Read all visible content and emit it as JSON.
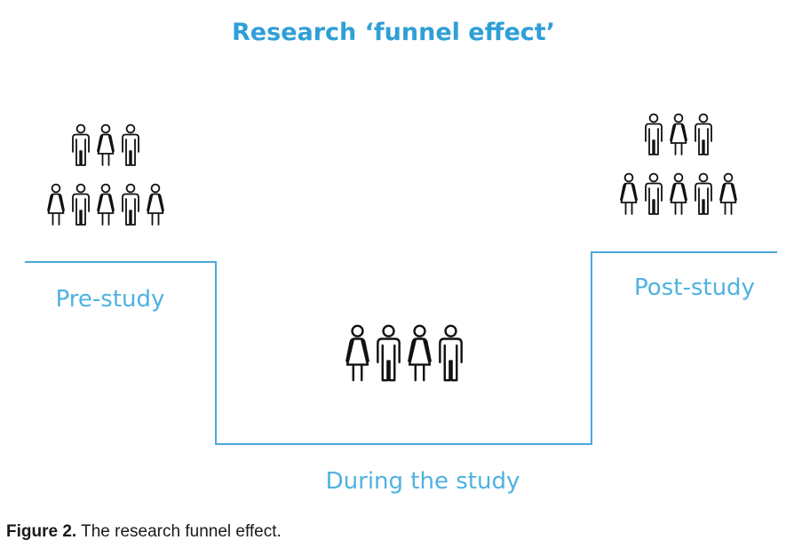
{
  "diagram": {
    "title": "Research ‘funnel effect’",
    "stages": [
      {
        "label": "Pre-study",
        "people": [
          "m",
          "f",
          "m",
          "f",
          "m",
          "f",
          "m",
          "f"
        ]
      },
      {
        "label": "During the study",
        "people": [
          "f",
          "m",
          "f",
          "m"
        ]
      },
      {
        "label": "Post-study",
        "people": [
          "m",
          "f",
          "m",
          "f",
          "m",
          "f",
          "m",
          "f"
        ]
      }
    ],
    "line_color": "#4aa8dc",
    "label_color": "#4fb2e0",
    "title_color": "#2f9fd6",
    "icon_color": "#111111"
  },
  "caption": {
    "figure_label": "Figure 2.",
    "text": " The research funnel effect."
  }
}
